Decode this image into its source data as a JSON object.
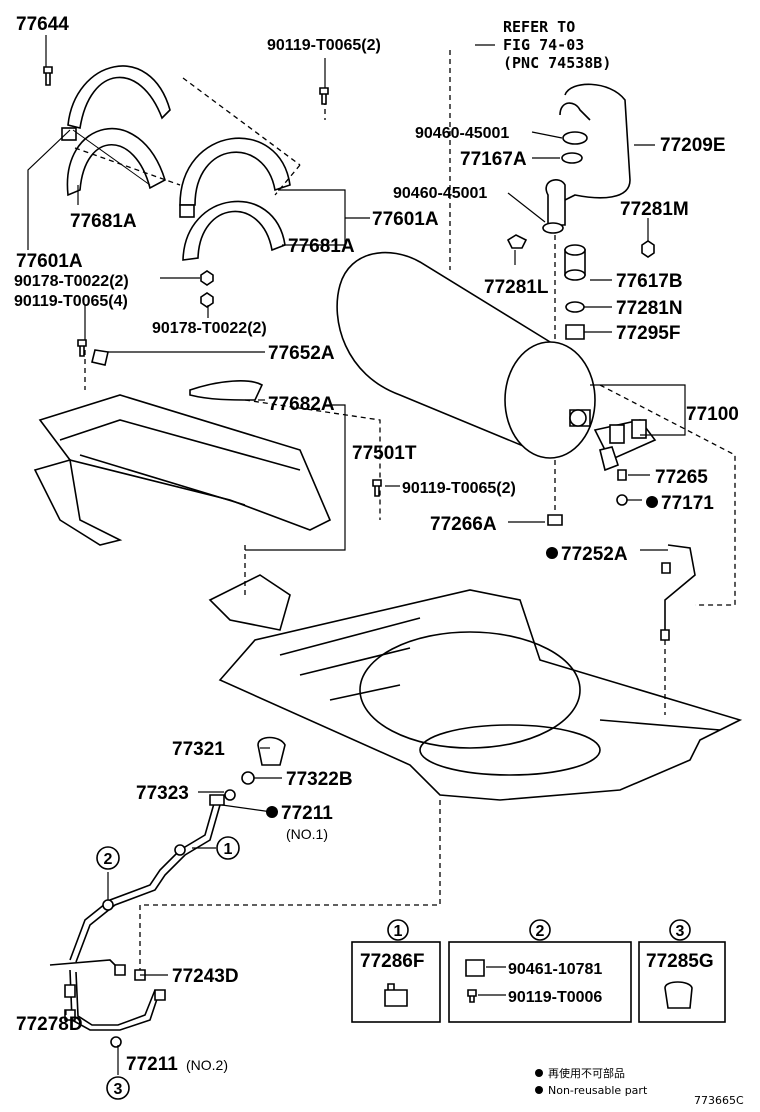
{
  "labels": {
    "p77644": "77644",
    "p90119_top": "90119-T0065(2)",
    "refer_1": "REFER TO",
    "refer_2": "FIG 74-03",
    "refer_3": "(PNC 74538B)",
    "p90460_a": "90460-45001",
    "p77209E": "77209E",
    "p77167A": "77167A",
    "p90460_b": "90460-45001",
    "p77281M": "77281M",
    "p77681A_l": "77681A",
    "p77601A_r": "77601A",
    "p77681A_r": "77681A",
    "p77601A_l": "77601A",
    "p90178_a": "90178-T0022(2)",
    "p90119_mid": "90119-T0065(4)",
    "p90178_b": "90178-T0022(2)",
    "p77281L": "77281L",
    "p77617B": "77617B",
    "p77281N": "77281N",
    "p77295F": "77295F",
    "p77652A": "77652A",
    "p77682A": "77682A",
    "p77100": "77100",
    "p77501T": "77501T",
    "p77265": "77265",
    "p90119_low": "90119-T0065(2)",
    "p77171": "77171",
    "p77266A": "77266A",
    "p77252A": "77252A",
    "p77321": "77321",
    "p77322B": "77322B",
    "p77323": "77323",
    "p77211_1": "77211",
    "p77211_1_sub": "(NO.1)",
    "p77243D": "77243D",
    "p77278D": "77278D",
    "p77211_2": "77211",
    "p77211_2_sub": "(NO.2)"
  },
  "callouts": [
    "1",
    "2",
    "3"
  ],
  "legend_boxes": {
    "box1": {
      "num": "1",
      "part": "77286F"
    },
    "box2": {
      "num": "2",
      "part_a": "90461-10781",
      "part_b": "90119-T0006"
    },
    "box3": {
      "num": "3",
      "part": "77285G"
    }
  },
  "notes": {
    "non_reusable_cn": "再使用不可部品",
    "non_reusable_en": "Non-reusable part"
  },
  "figure_code": "773665C"
}
